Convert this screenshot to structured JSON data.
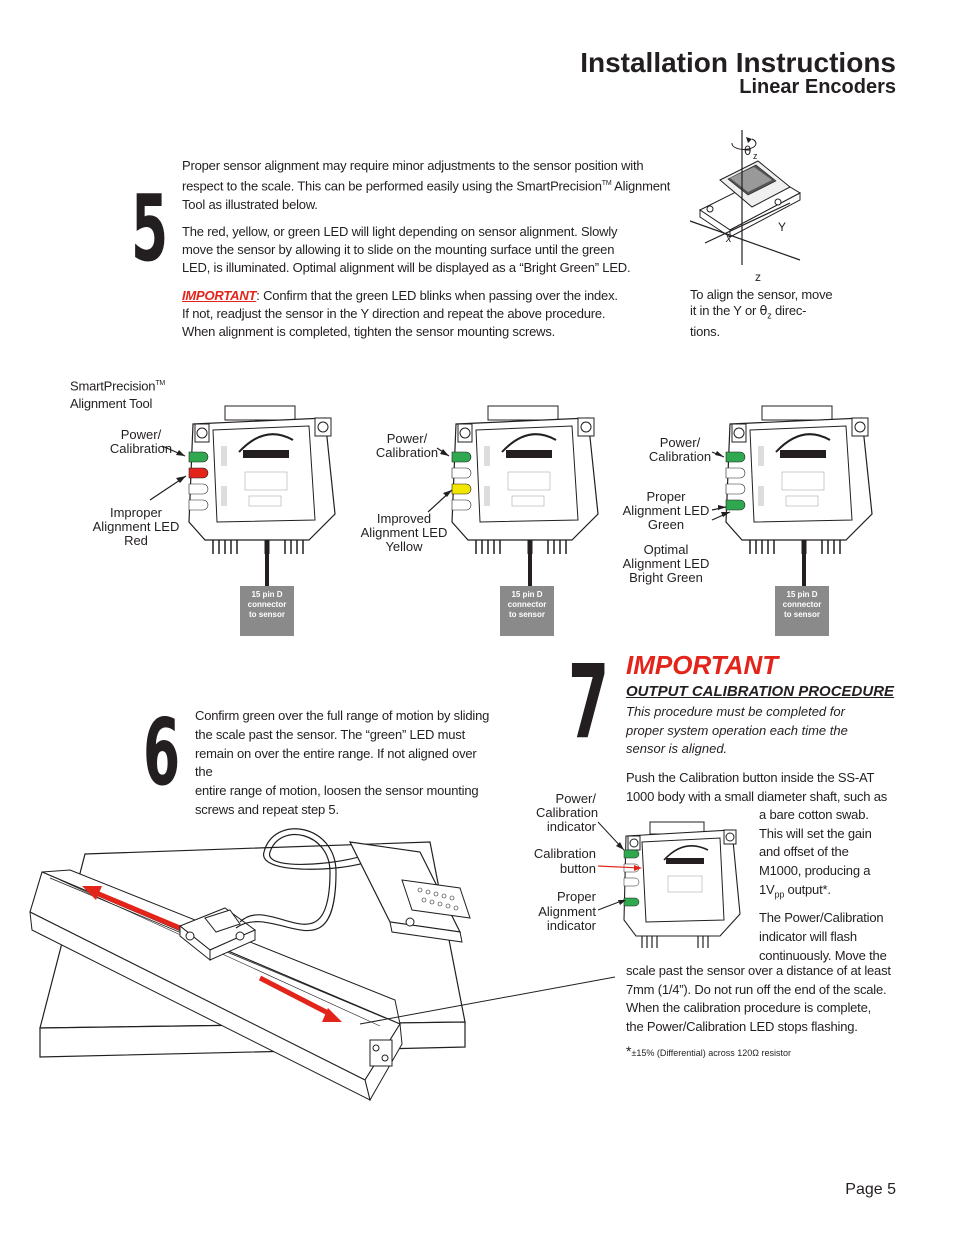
{
  "header": {
    "title": "Installation Instructions",
    "subtitle": "Linear Encoders"
  },
  "step5": {
    "number": "5",
    "para1_a": "Proper sensor alignment may require minor adjustments to the sensor position with",
    "para1_b": "respect to the scale. This can be performed easily using the SmartPrecision",
    "para1_tm": "TM",
    "para1_c": " Alignment",
    "para1_d": "Tool as illustrated below.",
    "para2_a": "The red, yellow, or green LED will light depending on sensor alignment. Slowly",
    "para2_b": "move the sensor by allowing it to slide on the mounting surface until the green",
    "para2_c": "LED, is illuminated. Optimal alignment will be displayed as a “Bright Green” LED.",
    "important_label": "IMPORTANT",
    "para3_a": ": Confirm that the green LED blinks when passing over the index.",
    "para3_b": "If not, readjust the sensor in the Y direction and repeat the above procedure.",
    "para3_c": "When alignment is completed, tighten the sensor mounting screws."
  },
  "axis_diagram": {
    "theta": "θ",
    "z_sub": "z",
    "x_label": "x",
    "y_label": "Y",
    "z_label": "z",
    "caption_a": "To align the sensor, move",
    "caption_b": "it in the Y or ",
    "caption_theta": "θ",
    "caption_z": "z",
    "caption_c": " direc-",
    "caption_d": "tions."
  },
  "tool_label": {
    "line1": "SmartPrecision",
    "tm": "TM",
    "line2": "Alignment Tool"
  },
  "tools": [
    {
      "power_label_a": "Power/",
      "power_label_b": "Calibration",
      "align_label_a": "Improper",
      "align_label_b": "Alignment LED",
      "align_label_c": "Red",
      "led_color": "#e3241b",
      "connector": [
        "15 pin D",
        "connector",
        "to sensor"
      ]
    },
    {
      "power_label_a": "Power/",
      "power_label_b": "Calibration",
      "align_label_a": "Improved",
      "align_label_b": "Alignment LED",
      "align_label_c": "Yellow",
      "led_color": "#f2e600",
      "connector": [
        "15 pin D",
        "connector",
        "to sensor"
      ]
    },
    {
      "power_label_a": "Power/",
      "power_label_b": "Calibration",
      "align_label_a": "Proper",
      "align_label_b": "Alignment LED",
      "align_label_c": "Green",
      "optimal_a": "Optimal",
      "optimal_b": "Alignment LED",
      "optimal_c": "Bright Green",
      "led_color": "#2fa84f",
      "connector": [
        "15 pin D",
        "connector",
        "to sensor"
      ]
    }
  ],
  "step6": {
    "number": "6",
    "text_a": "Confirm green over the full range of motion by sliding",
    "text_b": "the scale past the sensor. The “green” LED must",
    "text_c": "remain on over the entire range. If not aligned over the",
    "text_d": "entire range of motion, loosen the sensor mounting",
    "text_e": "screws and repeat step 5."
  },
  "step7": {
    "number": "7",
    "important": "IMPORTANT",
    "procedure": "OUTPUT CALIBRATION PROCEDURE",
    "note_a": "This procedure must be completed for",
    "note_b": "proper system operation each time the",
    "note_c": "sensor is aligned.",
    "push_a": "Push the Calibration button inside the SS-AT",
    "push_b": "1000 body with a small diameter shaft, such as",
    "push_c": "a bare cotton swab.",
    "push_d": "This will set the gain",
    "push_e": "and offset of the",
    "push_f": "M1000, producing a",
    "push_g": "1V",
    "push_pp": "pp",
    "push_h": " output*.",
    "flash_a": "The Power/Calibration",
    "flash_b": "indicator will flash",
    "flash_c": "continuously. Move the",
    "flash_d": "scale past the sensor over a distance of at least",
    "flash_e": "7mm (1/4”). Do not run off the end of the scale.",
    "flash_f": "When the calibration procedure is complete,",
    "flash_g": "the Power/Calibration LED  stops flashing.",
    "footnote_star": "*",
    "footnote": "±15%  (Differential) across 120Ω resistor",
    "label_power_a": "Power/",
    "label_power_b": "Calibration",
    "label_power_c": "indicator",
    "label_cal_a": "Calibration",
    "label_cal_b": "button",
    "label_prop_a": "Proper",
    "label_prop_b": "Alignment",
    "label_prop_c": "indicator"
  },
  "footer": {
    "page": "Page 5"
  }
}
